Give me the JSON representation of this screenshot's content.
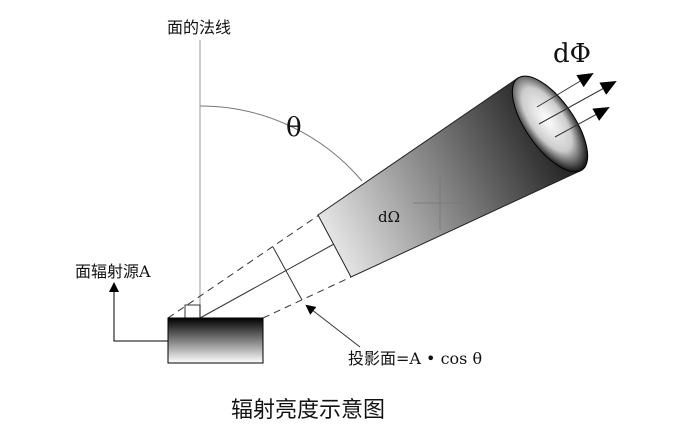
{
  "labels": {
    "normal": "面的法线",
    "source": "面辐射源A",
    "projection": "投影面=A • cos θ",
    "solid_angle": "dΩ",
    "flux": "dΦ",
    "theta": "θ",
    "caption": "辐射亮度示意图"
  }
}
